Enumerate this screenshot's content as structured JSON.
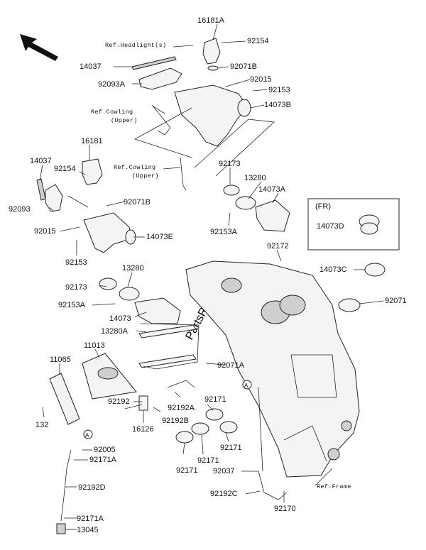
{
  "diagram": {
    "watermark": "PartsRepublik",
    "fr_box_label": "(FR)",
    "circle_marker": "A",
    "labels": [
      {
        "key": "16181A",
        "text": "16181A"
      },
      {
        "key": "92154_t",
        "text": "92154"
      },
      {
        "key": "ref_headlight",
        "text": "Ref.Headlight(s)"
      },
      {
        "key": "14037_t",
        "text": "14037"
      },
      {
        "key": "92071B_t",
        "text": "92071B"
      },
      {
        "key": "92015_t",
        "text": "92015"
      },
      {
        "key": "92093A",
        "text": "92093A"
      },
      {
        "key": "92153_t",
        "text": "92153"
      },
      {
        "key": "ref_cowling_t1",
        "text": "Ref.Cowling"
      },
      {
        "key": "ref_cowling_t2",
        "text": "(Upper)"
      },
      {
        "key": "14073B",
        "text": "14073B"
      },
      {
        "key": "16181",
        "text": "16181"
      },
      {
        "key": "14037_l",
        "text": "14037"
      },
      {
        "key": "92154_l",
        "text": "92154"
      },
      {
        "key": "ref_cowling_m1",
        "text": "Ref.Cowling"
      },
      {
        "key": "ref_cowling_m2",
        "text": "(Upper)"
      },
      {
        "key": "92173_r",
        "text": "92173"
      },
      {
        "key": "13280_r",
        "text": "13280"
      },
      {
        "key": "14073A",
        "text": "14073A"
      },
      {
        "key": "92093",
        "text": "92093"
      },
      {
        "key": "92071B_l",
        "text": "92071B"
      },
      {
        "key": "92015_l",
        "text": "92015"
      },
      {
        "key": "14073E",
        "text": "14073E"
      },
      {
        "key": "92153A_r",
        "text": "92153A"
      },
      {
        "key": "92153_l",
        "text": "92153"
      },
      {
        "key": "92172",
        "text": "92172"
      },
      {
        "key": "14073D",
        "text": "14073D"
      },
      {
        "key": "14073C",
        "text": "14073C"
      },
      {
        "key": "92071",
        "text": "92071"
      },
      {
        "key": "13280_l",
        "text": "13280"
      },
      {
        "key": "92173_l",
        "text": "92173"
      },
      {
        "key": "92153A_l",
        "text": "92153A"
      },
      {
        "key": "14073",
        "text": "14073"
      },
      {
        "key": "13280A",
        "text": "13280A"
      },
      {
        "key": "11013",
        "text": "11013"
      },
      {
        "key": "11065",
        "text": "11065"
      },
      {
        "key": "92071A",
        "text": "92071A"
      },
      {
        "key": "92192",
        "text": "92192"
      },
      {
        "key": "92192A",
        "text": "92192A"
      },
      {
        "key": "92171_a",
        "text": "92171"
      },
      {
        "key": "16126",
        "text": "16126"
      },
      {
        "key": "92192B",
        "text": "92192B"
      },
      {
        "key": "132",
        "text": "132"
      },
      {
        "key": "92171_b",
        "text": "92171"
      },
      {
        "key": "92171_c",
        "text": "92171"
      },
      {
        "key": "92171_d",
        "text": "92171"
      },
      {
        "key": "92005",
        "text": "92005"
      },
      {
        "key": "92171A_t",
        "text": "92171A"
      },
      {
        "key": "92037",
        "text": "92037"
      },
      {
        "key": "ref_frame",
        "text": "Ref.Frame"
      },
      {
        "key": "92192D",
        "text": "92192D"
      },
      {
        "key": "92192C",
        "text": "92192C"
      },
      {
        "key": "92170",
        "text": "92170"
      },
      {
        "key": "92171A_b",
        "text": "92171A"
      },
      {
        "key": "13045",
        "text": "13045"
      }
    ]
  }
}
